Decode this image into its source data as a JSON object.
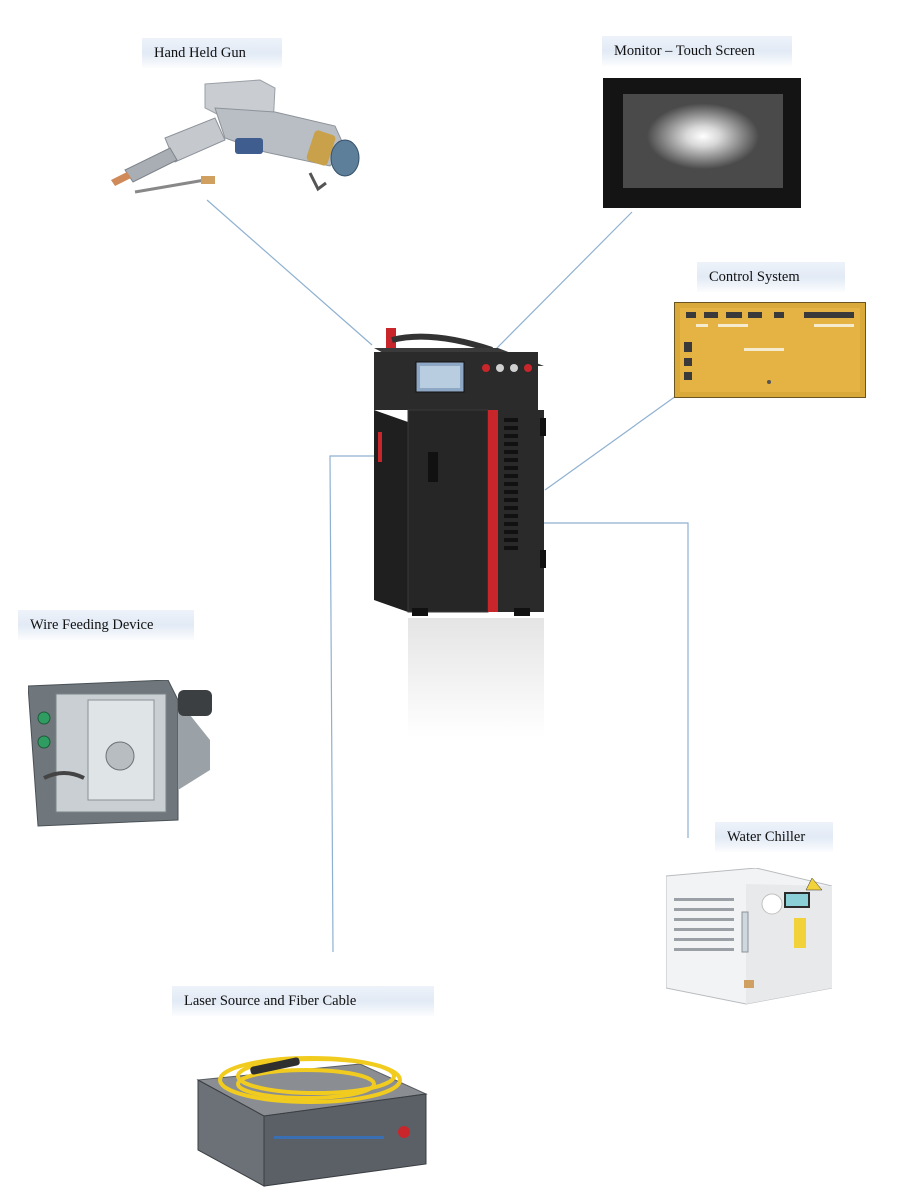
{
  "labels": {
    "gun": "Hand Held Gun",
    "monitor": "Monitor – Touch Screen",
    "control": "Control System",
    "wire": "Wire Feeding Device",
    "chiller": "Water Chiller",
    "laser": "Laser Source and Fiber Cable"
  },
  "colors": {
    "connector": "#8fb1d1",
    "cabinet": "#2a2a2a",
    "accent": "#c8262a",
    "label_bg": "#e6edf7"
  }
}
